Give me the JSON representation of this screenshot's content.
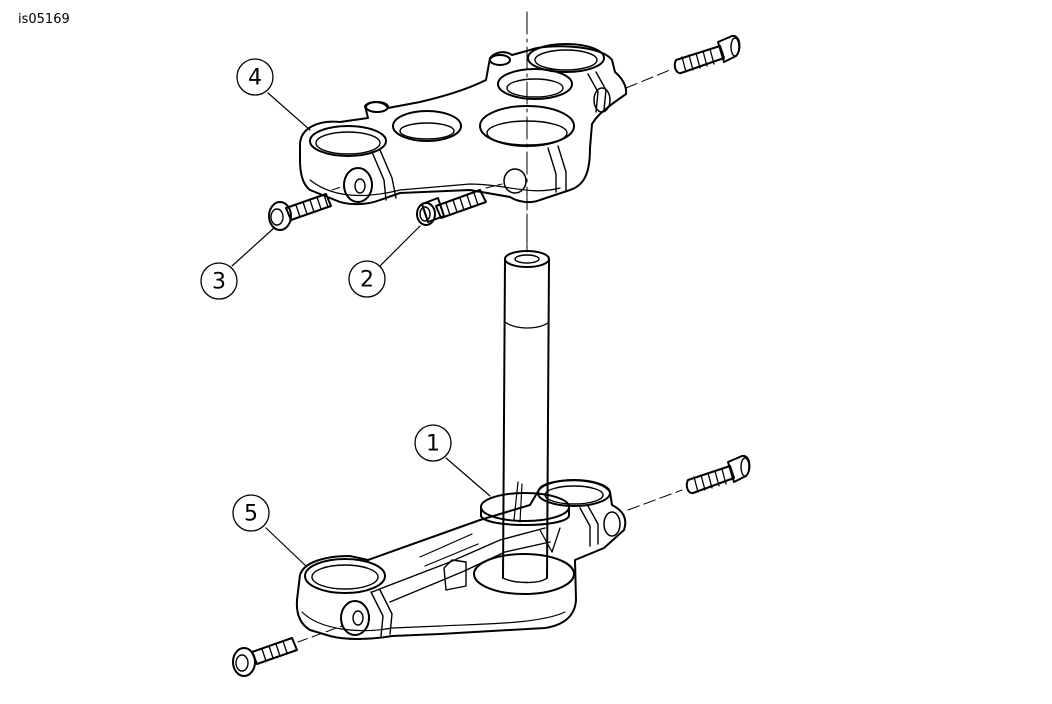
{
  "figure": {
    "reference_id": "is05169",
    "ink_color": "#000000",
    "background_color": "#ffffff"
  },
  "callouts": [
    {
      "id": "callout-1",
      "label": "1",
      "part": "steering-stem"
    },
    {
      "id": "callout-2",
      "label": "2",
      "part": "top-yoke-pinch-bolt-centre"
    },
    {
      "id": "callout-3",
      "label": "3",
      "part": "top-yoke-pinch-bolt-side"
    },
    {
      "id": "callout-4",
      "label": "4",
      "part": "top-yoke"
    },
    {
      "id": "callout-5",
      "label": "5",
      "part": "bottom-yoke"
    }
  ]
}
